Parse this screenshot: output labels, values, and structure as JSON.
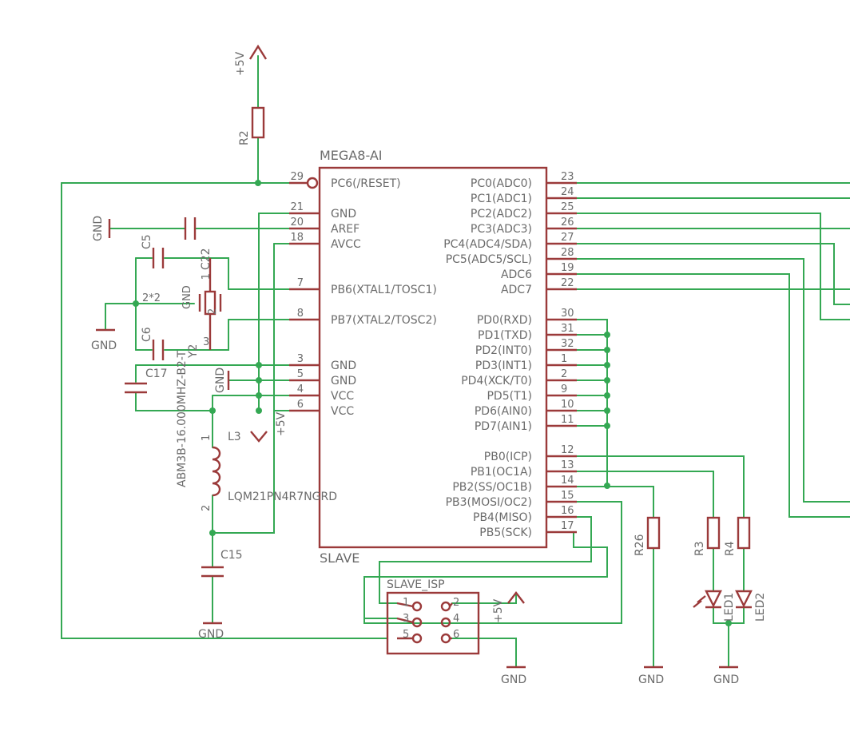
{
  "mcu": {
    "name": "MEGA8-AI",
    "instance": "SLAVE",
    "left_pins": [
      {
        "num": "29",
        "label": "PC6(/RESET)"
      },
      {
        "num": "21",
        "label": "GND"
      },
      {
        "num": "20",
        "label": "AREF"
      },
      {
        "num": "18",
        "label": "AVCC"
      },
      {
        "num": "7",
        "label": "PB6(XTAL1/TOSC1)"
      },
      {
        "num": "8",
        "label": "PB7(XTAL2/TOSC2)"
      },
      {
        "num": "3",
        "label": "GND"
      },
      {
        "num": "5",
        "label": "GND"
      },
      {
        "num": "4",
        "label": "VCC"
      },
      {
        "num": "6",
        "label": "VCC"
      }
    ],
    "right_pins": [
      {
        "num": "23",
        "label": "PC0(ADC0)"
      },
      {
        "num": "24",
        "label": "PC1(ADC1)"
      },
      {
        "num": "25",
        "label": "PC2(ADC2)"
      },
      {
        "num": "26",
        "label": "PC3(ADC3)"
      },
      {
        "num": "27",
        "label": "PC4(ADC4/SDA)"
      },
      {
        "num": "28",
        "label": "PC5(ADC5/SCL)"
      },
      {
        "num": "19",
        "label": "ADC6"
      },
      {
        "num": "22",
        "label": "ADC7"
      },
      {
        "num": "30",
        "label": "PD0(RXD)"
      },
      {
        "num": "31",
        "label": "PD1(TXD)"
      },
      {
        "num": "32",
        "label": "PD2(INT0)"
      },
      {
        "num": "1",
        "label": "PD3(INT1)"
      },
      {
        "num": "2",
        "label": "PD4(XCK/T0)"
      },
      {
        "num": "9",
        "label": "PD5(T1)"
      },
      {
        "num": "10",
        "label": "PD6(AIN0)"
      },
      {
        "num": "11",
        "label": "PD7(AIN1)"
      },
      {
        "num": "12",
        "label": "PB0(ICP)"
      },
      {
        "num": "13",
        "label": "PB1(OC1A)"
      },
      {
        "num": "14",
        "label": "PB2(SS/OC1B)"
      },
      {
        "num": "15",
        "label": "PB3(MOSI/OC2)"
      },
      {
        "num": "16",
        "label": "PB4(MISO)"
      },
      {
        "num": "17",
        "label": "PB5(SCK)"
      }
    ]
  },
  "power": {
    "vcc": "+5V",
    "gnd": "GND"
  },
  "parts": {
    "r2": "R2",
    "c5": "C5",
    "c6": "C6",
    "c22": "C22",
    "c17": "C17",
    "c15": "C15",
    "y2": "Y2",
    "crystal": "ABM3B-16.000MHZ-B2-T",
    "crystal_pins": [
      "1",
      "2",
      "3"
    ],
    "crystal_note": "2*2",
    "crystal_gnd": "GND",
    "l3": "L3",
    "inductor": "LQM21PN4R7NGRD",
    "inductor_pins": [
      "1",
      "2"
    ],
    "r26": "R26",
    "r3": "R3",
    "r4": "R4",
    "led1": "LED1",
    "led2": "LED2",
    "isp": "SLAVE_ISP",
    "isp_pins": [
      "1",
      "2",
      "3",
      "4",
      "5",
      "6"
    ]
  }
}
